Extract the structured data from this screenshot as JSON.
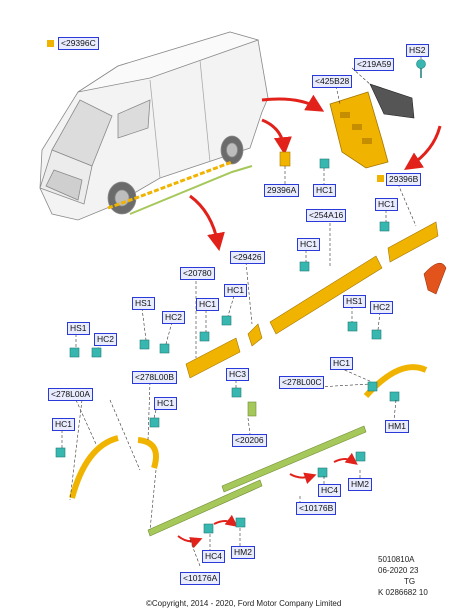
{
  "colors": {
    "part_yellow": "#f0b400",
    "part_green": "#a6c85a",
    "connector_teal": "#38b7b0",
    "arrow_red": "#e2221a",
    "label_border": "#2a3ad8",
    "label_fill": "#e9ecff",
    "mudflap_orange": "#e2541c"
  },
  "legend": {
    "code": "29396C"
  },
  "labels": {
    "l_219A59": "219A59",
    "l_HS2_top": "HS2",
    "l_425B28": "425B28",
    "l_29396A": "29396A",
    "l_HC1_a": "HC1",
    "l_29396B": "29396B",
    "l_HC1_b": "HC1",
    "l_254A16": "254A16",
    "l_HC1_c": "HC1",
    "l_29426": "29426",
    "l_20780": "20780",
    "l_HC1_d": "HC1",
    "l_HS1_a": "HS1",
    "l_HC1_e": "HC1",
    "l_HS1_b": "HS1",
    "l_HC2_a": "HC2",
    "l_HS1_c": "HS1",
    "l_HC2_b": "HC2",
    "l_HC2_c": "HC2",
    "l_HC1_f": "HC1",
    "l_278L00B": "278L00B",
    "l_278L00C": "278L00C",
    "l_HC3": "HC3",
    "l_278L00A": "278L00A",
    "l_HC1_g": "HC1",
    "l_HC1_h": "HC1",
    "l_20206": "20206",
    "l_HM1": "HM1",
    "l_HM2_a": "HM2",
    "l_HC4_a": "HC4",
    "l_10176B": "10176B",
    "l_HC4_b": "HC4",
    "l_HM2_b": "HM2",
    "l_10176A": "10176A"
  },
  "footer": {
    "code": "5010810A",
    "date": "06-2020 23",
    "tg": "TG",
    "ref": "K 0286682 10",
    "copyright": "©Copyright, 2014 - 2020, Ford Motor Company Limited"
  }
}
